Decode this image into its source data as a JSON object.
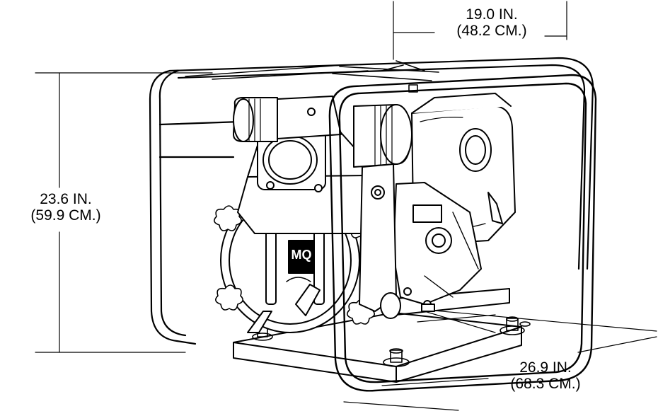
{
  "dimensions": {
    "width": {
      "imperial": "19.0 IN.",
      "metric": "(48.2 CM.)"
    },
    "height": {
      "imperial": "23.6 IN.",
      "metric": "(59.9 CM.)"
    },
    "depth": {
      "imperial": "26.9 IN.",
      "metric": "(68.3 CM.)"
    }
  },
  "logo": {
    "text": "MQ"
  }
}
